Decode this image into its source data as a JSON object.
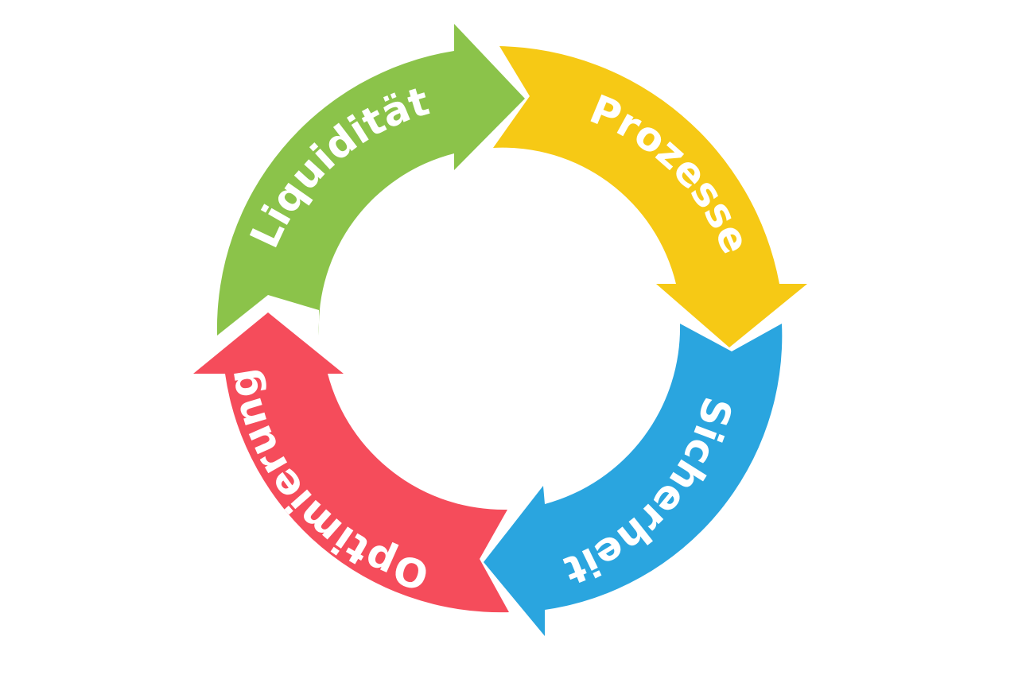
{
  "diagram": {
    "type": "cycle",
    "direction": "clockwise",
    "segments": [
      {
        "label": "Liquidität",
        "color": "#8BC34A"
      },
      {
        "label": "Prozesse",
        "color": "#F6C915"
      },
      {
        "label": "Sicherheit",
        "color": "#2AA5DF"
      },
      {
        "label": "Optimierung",
        "color": "#F54C5B"
      }
    ]
  }
}
